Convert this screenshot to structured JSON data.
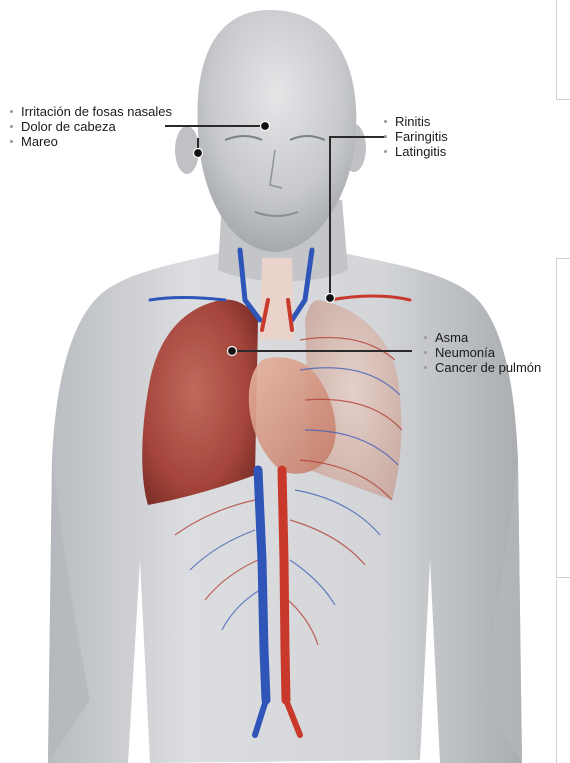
{
  "labels": {
    "head": [
      "Irritación de fosas  nasales",
      "Dolor de cabeza",
      "Mareo"
    ],
    "throat": [
      "Rinitis",
      "Faringitis",
      "Latingitis"
    ],
    "lungs": [
      "Asma",
      "Neumonía",
      "Cancer de pulmón"
    ]
  },
  "colors": {
    "skin": "#c9cbcd",
    "lung": "#a9473c",
    "artery": "#c8392c",
    "vein": "#2f55b8",
    "leader_line": "#2a2a2a"
  }
}
